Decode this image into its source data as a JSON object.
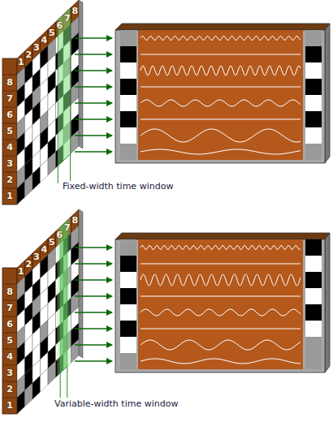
{
  "diagram": {
    "labels": [
      "1",
      "2",
      "3",
      "4",
      "5",
      "6",
      "7",
      "8",
      "8",
      "7",
      "6",
      "5",
      "4",
      "3",
      "2",
      "1",
      "Fixed-width time window",
      "1",
      "2",
      "3",
      "4",
      "5",
      "6",
      "7",
      "8",
      "8",
      "7",
      "6",
      "5",
      "4",
      "3",
      "2",
      "1",
      "Variable-width time window"
    ]
  }
}
